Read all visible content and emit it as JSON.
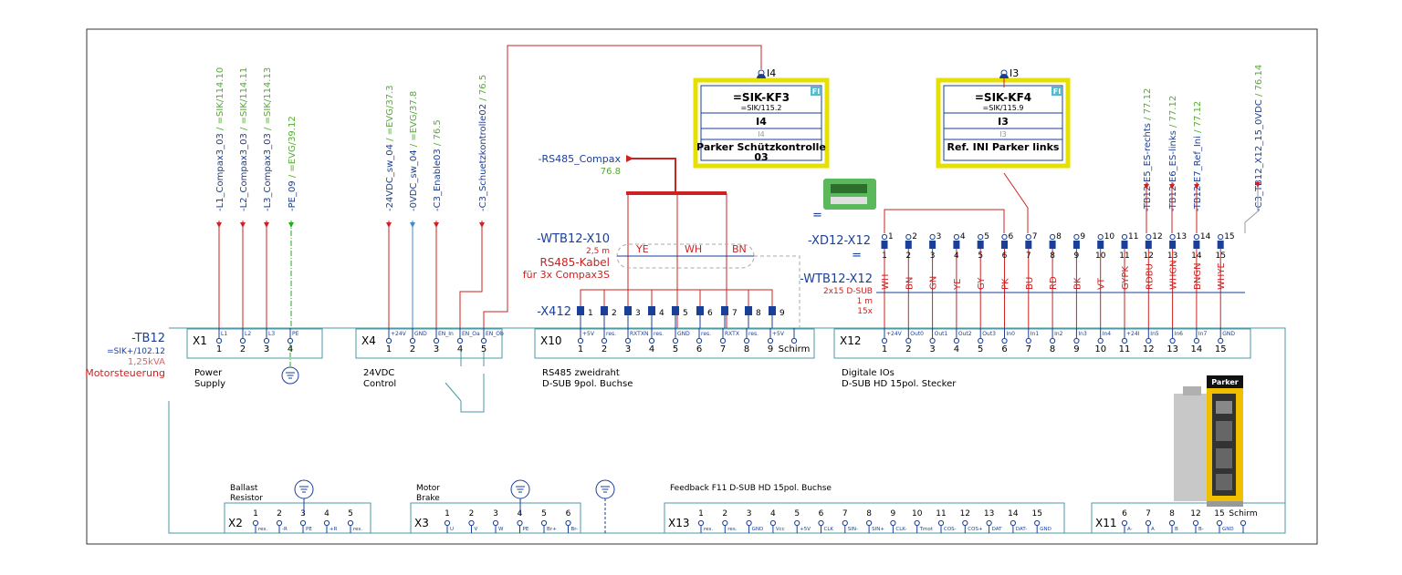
{
  "device": {
    "tag": "-TB12",
    "ref": "=SIK+/102.12",
    "power": "1,25kVA",
    "function": "Motorsteuerung"
  },
  "top_connectors": [
    {
      "id": "X1",
      "terminals": [
        {
          "n": "1",
          "label": "L1"
        },
        {
          "n": "2",
          "label": "L2"
        },
        {
          "n": "3",
          "label": "L3"
        },
        {
          "n": "4",
          "label": "PE"
        }
      ],
      "caption": [
        "Power",
        "Supply"
      ]
    },
    {
      "id": "X4",
      "terminals": [
        {
          "n": "1",
          "label": "+24V"
        },
        {
          "n": "2",
          "label": "GND"
        },
        {
          "n": "3",
          "label": "EN_In"
        },
        {
          "n": "4",
          "label": "EN_Oa"
        },
        {
          "n": "5",
          "label": "EN_Ob"
        }
      ],
      "caption": [
        "24VDC",
        "Control"
      ]
    },
    {
      "id": "X10",
      "terminals": [
        {
          "n": "1",
          "label": "+5V"
        },
        {
          "n": "2",
          "label": "res."
        },
        {
          "n": "3",
          "label": "RXTXN"
        },
        {
          "n": "4",
          "label": "res."
        },
        {
          "n": "5",
          "label": "GND"
        },
        {
          "n": "6",
          "label": "res."
        },
        {
          "n": "7",
          "label": "RXTX"
        },
        {
          "n": "8",
          "label": "res."
        },
        {
          "n": "9",
          "label": "+5V"
        },
        {
          "n": "Schirm",
          "label": ""
        }
      ],
      "caption": [
        "RS485 zweidraht",
        "D-SUB 9pol. Buchse"
      ]
    },
    {
      "id": "X12",
      "terminals": [
        {
          "n": "1",
          "label": "+24V"
        },
        {
          "n": "2",
          "label": "Out0"
        },
        {
          "n": "3",
          "label": "Out1"
        },
        {
          "n": "4",
          "label": "Out2"
        },
        {
          "n": "5",
          "label": "Out3"
        },
        {
          "n": "6",
          "label": "In0"
        },
        {
          "n": "7",
          "label": "In1"
        },
        {
          "n": "8",
          "label": "In2"
        },
        {
          "n": "9",
          "label": "In3"
        },
        {
          "n": "10",
          "label": "In4"
        },
        {
          "n": "11",
          "label": "+24I"
        },
        {
          "n": "12",
          "label": "In5"
        },
        {
          "n": "13",
          "label": "In6"
        },
        {
          "n": "14",
          "label": "In7"
        },
        {
          "n": "15",
          "label": "GND"
        }
      ],
      "caption": [
        "Digitale IOs",
        "D-SUB HD 15pol. Stecker"
      ]
    }
  ],
  "bottom_connectors": [
    {
      "id": "X2",
      "title": [
        "Ballast",
        "Resistor"
      ],
      "terminals": [
        {
          "n": "1",
          "label": "res."
        },
        {
          "n": "2",
          "label": "-R"
        },
        {
          "n": "3",
          "label": "PE"
        },
        {
          "n": "4",
          "label": "+R"
        },
        {
          "n": "5",
          "label": "res."
        }
      ]
    },
    {
      "id": "X3",
      "title": [
        "Motor",
        "Brake"
      ],
      "terminals": [
        {
          "n": "1",
          "label": "U"
        },
        {
          "n": "2",
          "label": "V"
        },
        {
          "n": "3",
          "label": "W"
        },
        {
          "n": "4",
          "label": "PE"
        },
        {
          "n": "5",
          "label": "Br+"
        },
        {
          "n": "6",
          "label": "Br-"
        }
      ]
    },
    {
      "id": "X13",
      "title": [
        "Feedback F11   D-SUB HD 15pol. Buchse"
      ],
      "terminals": [
        {
          "n": "1",
          "label": "res."
        },
        {
          "n": "2",
          "label": "res."
        },
        {
          "n": "3",
          "label": "GND"
        },
        {
          "n": "4",
          "label": "Vcc"
        },
        {
          "n": "5",
          "label": "+5V"
        },
        {
          "n": "6",
          "label": "CLK"
        },
        {
          "n": "7",
          "label": "SIN-"
        },
        {
          "n": "8",
          "label": "SIN+"
        },
        {
          "n": "9",
          "label": "CLK-"
        },
        {
          "n": "10",
          "label": "Tmot"
        },
        {
          "n": "11",
          "label": "COS-"
        },
        {
          "n": "12",
          "label": "COS+"
        },
        {
          "n": "13",
          "label": "DAT"
        },
        {
          "n": "14",
          "label": "DAT-"
        },
        {
          "n": "15",
          "label": "GND"
        }
      ]
    },
    {
      "id": "X11",
      "title": [],
      "terminals": [
        {
          "n": "6",
          "label": "A-"
        },
        {
          "n": "7",
          "label": "A"
        },
        {
          "n": "8",
          "label": "B"
        },
        {
          "n": "12",
          "label": "B-"
        },
        {
          "n": "15",
          "label": "GND"
        },
        {
          "n": "Schirm",
          "label": ""
        }
      ]
    }
  ],
  "signals": [
    {
      "name": "-L1_Compax3_03",
      "ref": " / =SIK/114.10",
      "color": "#cc2222"
    },
    {
      "name": "-L2_Compax3_03",
      "ref": " / =SIK/114.11",
      "color": "#cc2222"
    },
    {
      "name": "-L3_Compax3_03",
      "ref": " / =SIK/114.13",
      "color": "#cc2222"
    },
    {
      "name": "-PE_09",
      "ref": " / =EVG/39.12",
      "color": "#22aa22"
    },
    {
      "name": "-24VDC_sw_04",
      "ref": " / =EVG/37.3",
      "color": "#cc2222"
    },
    {
      "name": "-0VDC_sw_04",
      "ref": " / =EVG/37.8",
      "color": "#4488cc"
    },
    {
      "name": "-C3_Enable03",
      "ref": " / 76.5",
      "color": "#cc2222"
    },
    {
      "name": "-C3_Schuetzkontrolle02",
      "ref": " / 76.5",
      "color": "#cc2222"
    },
    {
      "name": "-TB12-E5_ES-rechts",
      "ref": " / 77.12",
      "color": "#cc2222"
    },
    {
      "name": "-TB12-E6_ES-links",
      "ref": " / 77.12",
      "color": "#cc2222"
    },
    {
      "name": "-TB12-E7_Ref_Ini",
      "ref": " / 77.12",
      "color": "#cc2222"
    },
    {
      "name": "-C3_TB12_X12_15_0VDC",
      "ref": " / 76.14",
      "color": "#999999"
    }
  ],
  "fi_boxes": [
    {
      "port": "I4",
      "badge": "FI",
      "tag": "=SIK-KF3",
      "ref": "=SIK/115.2",
      "addr": "I4",
      "addr2": "I4",
      "desc": [
        "Parker Schützkontrolle",
        "03"
      ]
    },
    {
      "port": "I3",
      "badge": "FI",
      "tag": "=SIK-KF4",
      "ref": "=SIK/115.9",
      "addr": "I3",
      "addr2": "I3",
      "desc": [
        "Ref. INI Parker links"
      ]
    }
  ],
  "rs485": {
    "name": "-RS485_Compax",
    "ref": "76.8"
  },
  "cable_wtb12_x10": {
    "tag": "-WTB12-X10",
    "length": "2,5 m",
    "type": "RS485-Kabel",
    "note": "für 3x Compax3S",
    "cores": [
      "YE",
      "WH",
      "BN"
    ]
  },
  "x412": {
    "tag": "-X412",
    "pins": [
      "1",
      "2",
      "3",
      "4",
      "5",
      "6",
      "7",
      "8",
      "9"
    ]
  },
  "xd12": {
    "tag": "-XD12-X12",
    "eq": "=",
    "pins": [
      "1",
      "2",
      "3",
      "4",
      "5",
      "6",
      "7",
      "8",
      "9",
      "10",
      "11",
      "12",
      "13",
      "14",
      "15"
    ]
  },
  "cable_wtb12_x12": {
    "tag": "-WTB12-X12",
    "type": "2x15 D-SUB",
    "length": "1 m",
    "count": "15x",
    "cores": [
      "WH",
      "BN",
      "GN",
      "YE",
      "GY",
      "PK",
      "BU",
      "RD",
      "BK",
      "VT",
      "GYPK",
      "RDBU",
      "WHGN",
      "BNGN",
      "WHYE"
    ]
  },
  "adapter_eq": "=",
  "parker_logo": "Parker"
}
